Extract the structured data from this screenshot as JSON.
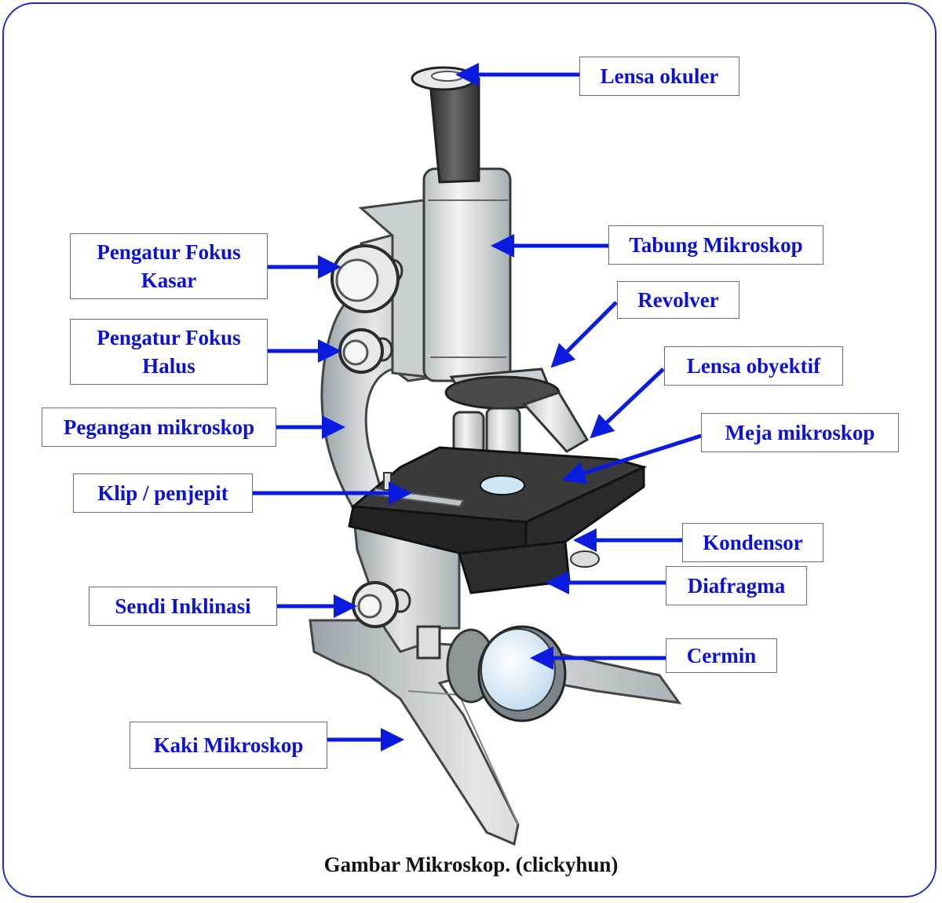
{
  "caption": "Gambar Mikroskop. (clickyhun)",
  "colors": {
    "label_text": "#0b12d6",
    "arrow": "#0a1be0",
    "frame": "#1f2bd1",
    "body_gray": "#c7cdd0",
    "stage": "#2d2d2d"
  },
  "labels": {
    "lensa_okuler": "Lensa okuler",
    "tabung_mikroskop": "Tabung Mikroskop",
    "revolver": "Revolver",
    "lensa_obyektif": "Lensa obyektif",
    "meja_mikroskop": "Meja mikroskop",
    "kondensor": "Kondensor",
    "diafragma": "Diafragma",
    "cermin": "Cermin",
    "pengatur_fokus_kasar": {
      "line1": "Pengatur Fokus",
      "line2": "Kasar"
    },
    "pengatur_fokus_halus": {
      "line1": "Pengatur Fokus",
      "line2": "Halus"
    },
    "pegangan_mikroskop": "Pegangan mikroskop",
    "klip_penjepit": "Klip / penjepit",
    "sendi_inklinasi": "Sendi Inklinasi",
    "kaki_mikroskop": "Kaki Mikroskop"
  }
}
